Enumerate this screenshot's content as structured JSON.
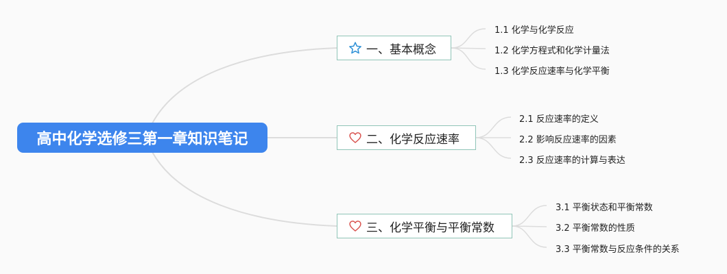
{
  "root": {
    "title": "高中化学选修三第一章知识笔记"
  },
  "branches": [
    {
      "icon": "star-icon",
      "label": "一、基本概念",
      "children": [
        "1.1 化学与化学反应",
        "1.2 化学方程式和化学计量法",
        "1.3 化学反应速率与化学平衡"
      ]
    },
    {
      "icon": "heart-icon",
      "label": "二、化学反应速率",
      "children": [
        "2.1 反应速率的定义",
        "2.2 影响反应速率的因素",
        "2.3 反应速率的计算与表达"
      ]
    },
    {
      "icon": "heart-icon",
      "label": "三、化学平衡与平衡常数",
      "children": [
        "3.1 平衡状态和平衡常数",
        "3.2 平衡常数的性质",
        "3.3 平衡常数与反应条件的关系"
      ]
    }
  ],
  "colors": {
    "root_bg": "#3d85ed",
    "branch_border": "#8fc4b7",
    "connector": "#d9d9d9",
    "star": "#2b8fd6",
    "heart": "#d9534f"
  }
}
